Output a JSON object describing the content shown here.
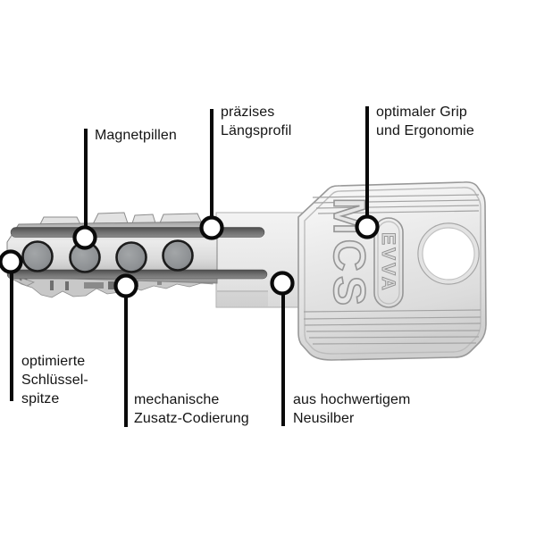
{
  "figure": {
    "background_color": "#ffffff",
    "callout_line_color": "#0a0a0a",
    "key": {
      "embossing": "MCS",
      "badge": "EVVA",
      "magnet_pill_count": 4
    },
    "labels": {
      "magnetpillen": "Magnetpillen",
      "laengsprofil": "präzises\nLängsprofil",
      "grip": "optimaler Grip\nund Ergonomie",
      "spitze": "optimierte\nSchlüssel-\nspitze",
      "codierung": "mechanische\nZusatz-Codierung",
      "neusilber": "aus hochwertigem\nNeusilber"
    }
  }
}
